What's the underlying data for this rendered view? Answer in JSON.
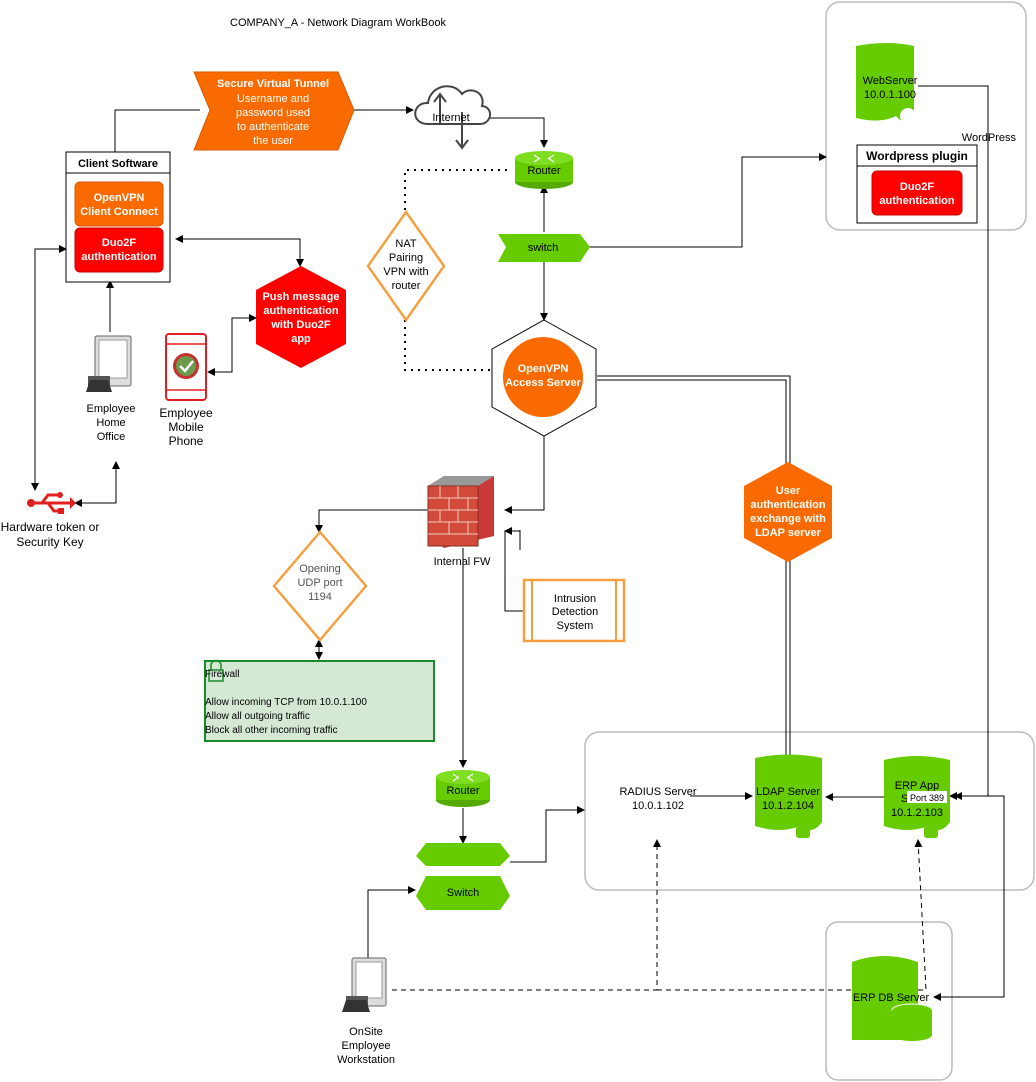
{
  "title": "COMPANY_A -  Network Diagram WorkBook",
  "tunnel": {
    "lines": [
      "Secure Virtual Tunnel",
      "Username and",
      "password used",
      "to authenticate",
      "the user"
    ]
  },
  "internet": {
    "label": "Internet"
  },
  "router_top": {
    "label": "Router"
  },
  "switch_top": {
    "label": "switch"
  },
  "nat": {
    "lines": [
      "NAT",
      "Pairing",
      "VPN with",
      "router"
    ]
  },
  "client_software": {
    "title": "Client Software",
    "openvpn": [
      "OpenVPN",
      "Client Connect"
    ],
    "duo": [
      "Duo2F",
      "authentication"
    ]
  },
  "push": {
    "lines": [
      "Push message",
      "authentication",
      "with Duo2F",
      "app"
    ]
  },
  "home_office": {
    "lines": [
      "Employee",
      "Home",
      "Office"
    ]
  },
  "mobile": {
    "lines": [
      "Employee",
      "Mobile",
      "Phone"
    ]
  },
  "hardware_token": {
    "lines": [
      "Hardware token or",
      "Security Key"
    ]
  },
  "openvpn_server": {
    "lines": [
      "OpenVPN",
      "Access Server"
    ]
  },
  "webserver": {
    "lines": [
      "WebServer",
      "10.0.1.100"
    ]
  },
  "wordpress": {
    "label": "WordPress",
    "plugin_title": "Wordpress plugin",
    "duo": [
      "Duo2F",
      "authentication"
    ]
  },
  "internal_fw": {
    "label": "Internal FW"
  },
  "udp": {
    "lines": [
      "Opening",
      "UDP port",
      "1194"
    ]
  },
  "ids": {
    "lines": [
      "Intrusion",
      "Detection",
      "System"
    ]
  },
  "firewall_rules": {
    "title": "Firewall",
    "rules": [
      "Allow incoming TCP from 10.0.1.100",
      "Allow all outgoing traffic",
      "Block all other incoming traffic"
    ]
  },
  "ldap_exchange": {
    "lines": [
      "User",
      "authentication",
      "exchange with",
      "LDAP server"
    ]
  },
  "router_bottom": {
    "label": "Router"
  },
  "switch_bottom": {
    "label": "Switch"
  },
  "radius": {
    "lines": [
      "RADIUS Server",
      "10.0.1.102"
    ]
  },
  "ldap": {
    "lines": [
      "LDAP Server",
      "10.1.2.104"
    ]
  },
  "erp_app": {
    "lines": [
      "ERP App",
      "S",
      "10.1.2.103"
    ],
    "port": "Port 389"
  },
  "erp_db": {
    "label": "ERP DB Server"
  },
  "workstation": {
    "lines": [
      "OnSite",
      "Employee",
      "Workstation"
    ]
  },
  "colors": {
    "orange": "#f96b00",
    "red": "#ff0000",
    "green": "#66cc00",
    "fw_green_fill": "#d5e8d4",
    "fw_green_stroke": "#1a8a2a"
  }
}
